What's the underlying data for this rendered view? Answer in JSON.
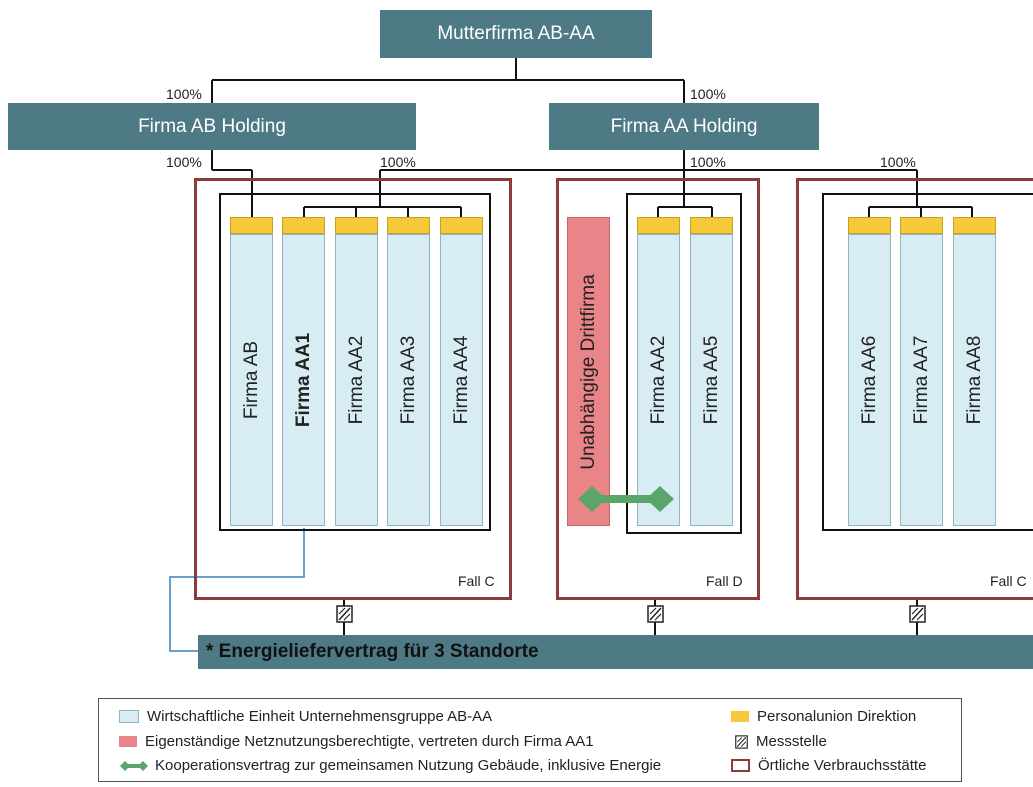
{
  "parent": "Mutterfirma AB-AA",
  "holdings": {
    "ab": "Firma AB Holding",
    "aa": "Firma AA Holding"
  },
  "percent": "100%",
  "sites": [
    {
      "fall": "Fall C",
      "companies": [
        "Firma AB",
        "Firma AA1",
        "Firma AA2",
        "Firma AA3",
        "Firma AA4"
      ]
    },
    {
      "fall": "Fall D",
      "third_party": "Unabhängige Drittfirma",
      "companies": [
        "Firma AA2",
        "Firma AA5"
      ]
    },
    {
      "fall": "Fall C",
      "companies": [
        "Firma AA6",
        "Firma AA7",
        "Firma AA8"
      ]
    }
  ],
  "contract": "* Energieliefervertrag für 3 Standorte",
  "legend": {
    "economic_unit": "Wirtschaftliche Einheit Unternehmensgruppe AB-AA",
    "network_user": "Eigenständige Netznutzungsberechtigte, vertreten durch Firma AA1",
    "cooperation": "Kooperationsvertrag zur gemeinsamen Nutzung Gebäude, inklusive Energie",
    "management": "Personalunion Direktion",
    "meter": "Messstelle",
    "site": "Örtliche Verbrauchsstätte"
  },
  "colors": {
    "header": "#4e7a86",
    "unit": "#d8ecf4",
    "yellow": "#f6c93a",
    "red": "#e98488",
    "green": "#5aa66a",
    "site_border": "#8b3b3b",
    "blue_line": "#6a9ec9"
  }
}
